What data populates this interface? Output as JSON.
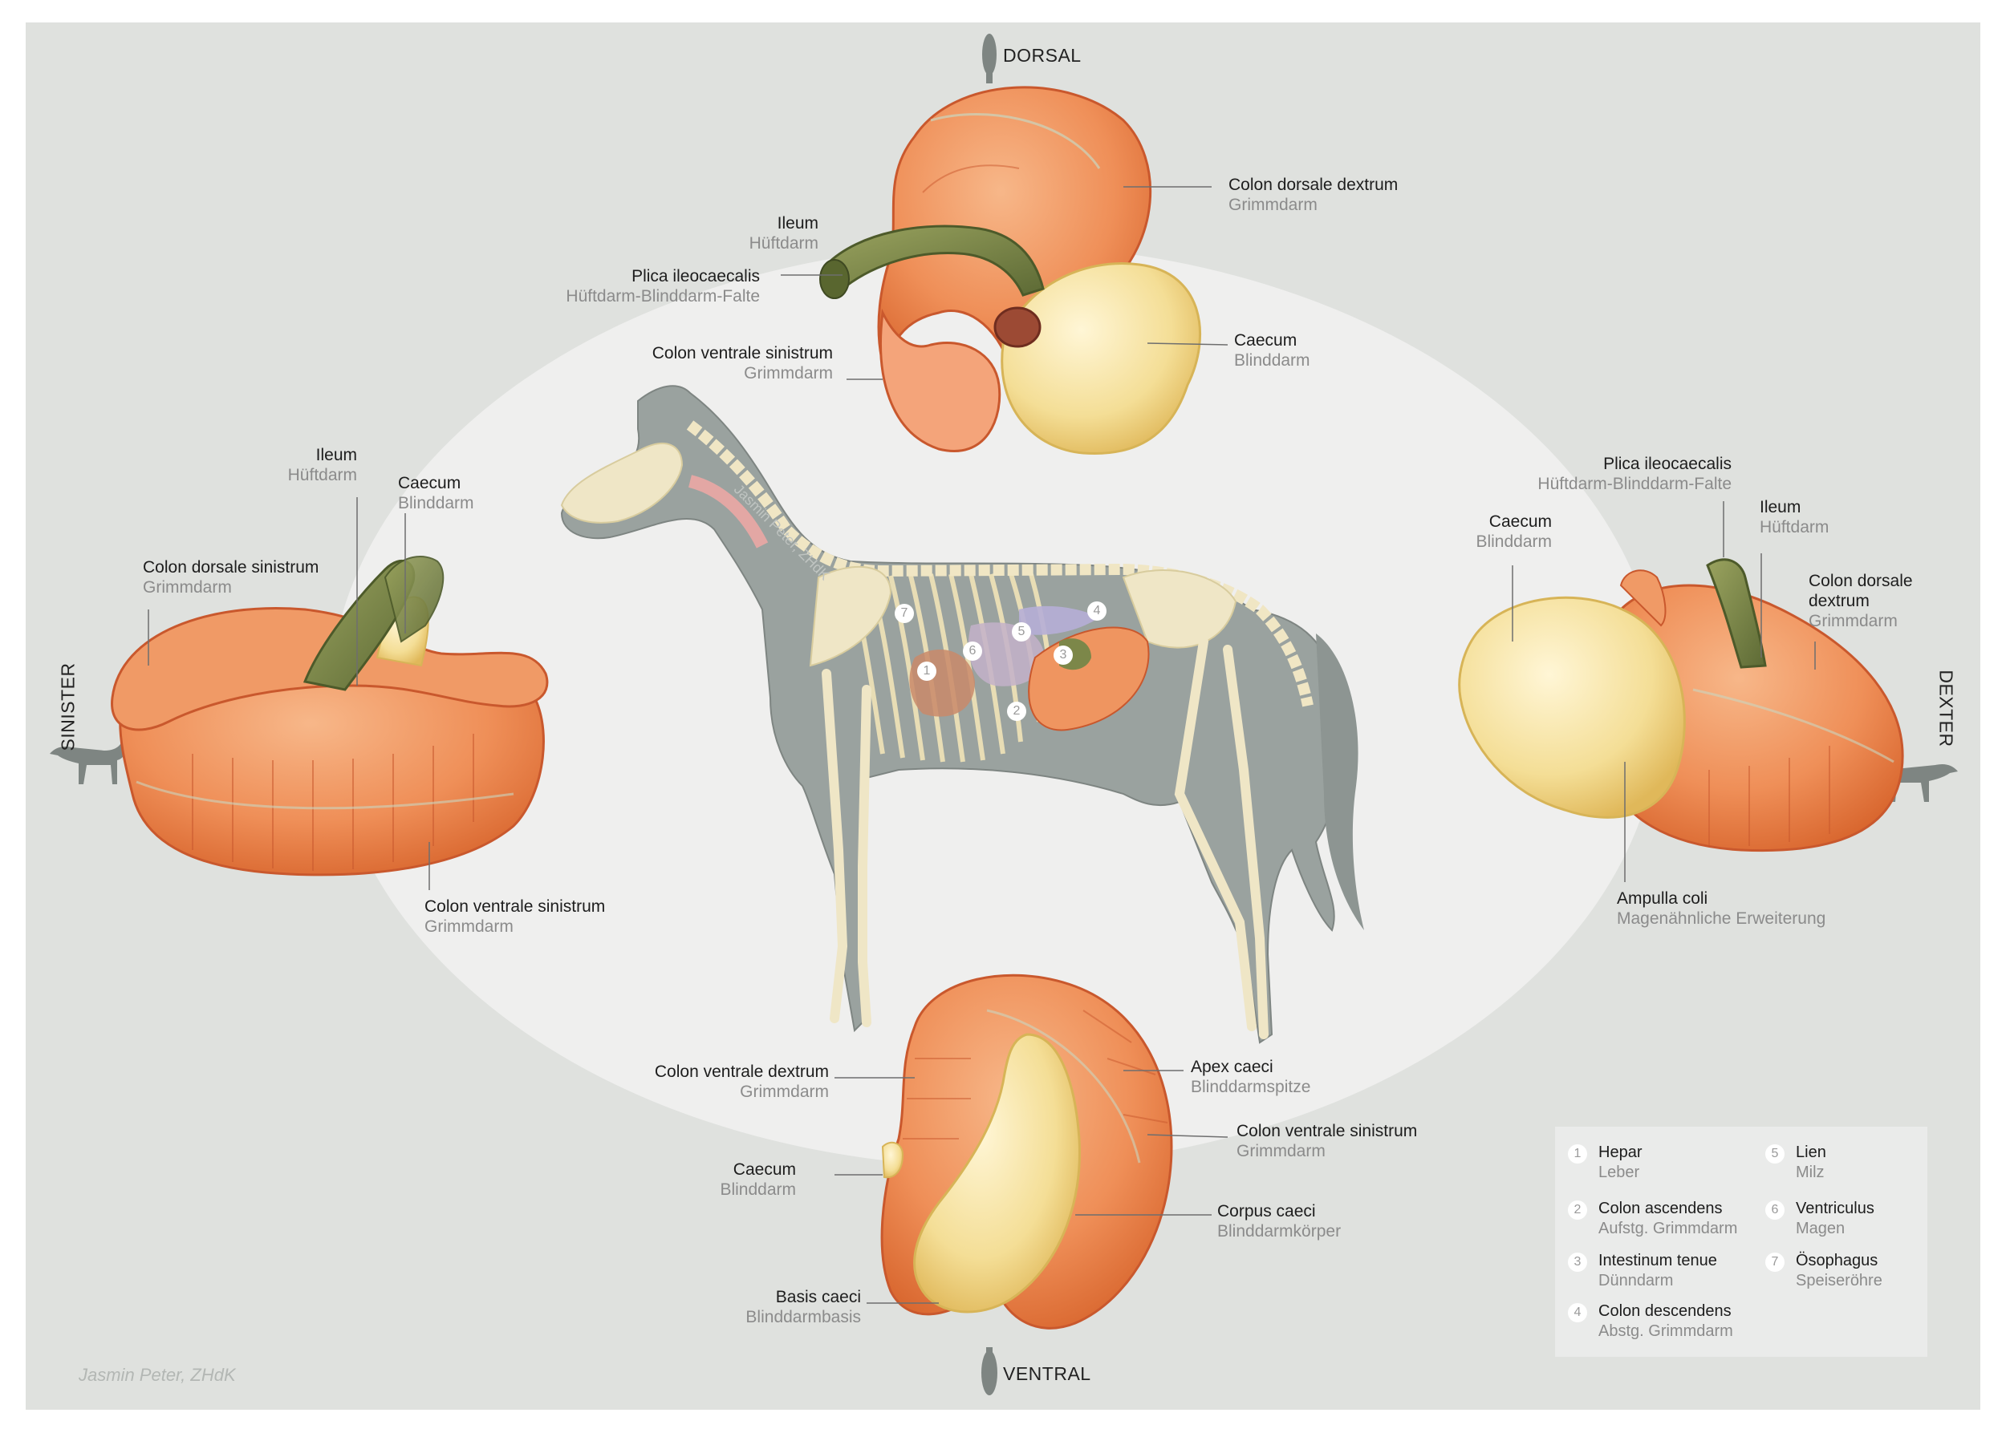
{
  "directions": {
    "dorsal": "DORSAL",
    "ventral": "VENTRAL",
    "sinister": "SINISTER",
    "dexter": "DEXTER"
  },
  "credit": "Jasmin Peter, ZHdK",
  "watermark": "Jasmin Peter, ZHdK",
  "labels": {
    "dorsal_view": {
      "colon_dorsale_dextrum": {
        "main": "Colon dorsale dextrum",
        "sub": "Grimmdarm"
      },
      "ileum": {
        "main": "Ileum",
        "sub": "Hüftdarm"
      },
      "plica": {
        "main": "Plica ileocaecalis",
        "sub": "Hüftdarm-Blinddarm-Falte"
      },
      "caecum": {
        "main": "Caecum",
        "sub": "Blinddarm"
      },
      "colon_ventrale_sinistrum": {
        "main": "Colon ventrale sinistrum",
        "sub": "Grimmdarm"
      }
    },
    "sinister_view": {
      "ileum": {
        "main": "Ileum",
        "sub": "Hüftdarm"
      },
      "caecum": {
        "main": "Caecum",
        "sub": "Blinddarm"
      },
      "colon_dorsale_sinistrum": {
        "main": "Colon dorsale sinistrum",
        "sub": "Grimmdarm"
      },
      "colon_ventrale_sinistrum": {
        "main": "Colon ventrale sinistrum",
        "sub": "Grimmdarm"
      }
    },
    "dexter_view": {
      "plica": {
        "main": "Plica ileocaecalis",
        "sub": "Hüftdarm-Blinddarm-Falte"
      },
      "caecum": {
        "main": "Caecum",
        "sub": "Blinddarm"
      },
      "ileum": {
        "main": "Ileum",
        "sub": "Hüftdarm"
      },
      "colon_dorsale_dextrum": {
        "main": "Colon dorsale",
        "main2": "dextrum",
        "sub": "Grimmdarm"
      },
      "ampulla": {
        "main": "Ampulla coli",
        "sub": "Magenähnliche Erweiterung"
      }
    },
    "ventral_view": {
      "colon_ventrale_dextrum": {
        "main": "Colon ventrale dextrum",
        "sub": "Grimmdarm"
      },
      "apex": {
        "main": "Apex caeci",
        "sub": "Blinddarmspitze"
      },
      "colon_ventrale_sinistrum": {
        "main": "Colon ventrale sinistrum",
        "sub": "Grimmdarm"
      },
      "caecum": {
        "main": "Caecum",
        "sub": "Blinddarm"
      },
      "corpus": {
        "main": "Corpus caeci",
        "sub": "Blinddarmkörper"
      },
      "basis": {
        "main": "Basis caeci",
        "sub": "Blinddarmbasis"
      }
    }
  },
  "horse_markers": [
    "1",
    "2",
    "3",
    "4",
    "5",
    "6",
    "7"
  ],
  "legend": [
    {
      "num": "1",
      "main": "Hepar",
      "sub": "Leber"
    },
    {
      "num": "2",
      "main": "Colon ascendens",
      "sub": "Aufstg. Grimmdarm"
    },
    {
      "num": "3",
      "main": "Intestinum tenue",
      "sub": "Dünndarm"
    },
    {
      "num": "4",
      "main": "Colon descendens",
      "sub": "Abstg. Grimmdarm"
    },
    {
      "num": "5",
      "main": "Lien",
      "sub": "Milz"
    },
    {
      "num": "6",
      "main": "Ventriculus",
      "sub": "Magen"
    },
    {
      "num": "7",
      "main": "Ösophagus",
      "sub": "Speiseröhre"
    }
  ],
  "colors": {
    "frame_bg": "#dfe1de",
    "oval_bg": "#efefee",
    "colon_orange": "#f19a66",
    "colon_dark": "#c9582d",
    "caecum_yellow": "#f3dc93",
    "ileum_green": "#7c8749",
    "bone": "#efe6c6",
    "horse_grey": "#9aa29f"
  }
}
